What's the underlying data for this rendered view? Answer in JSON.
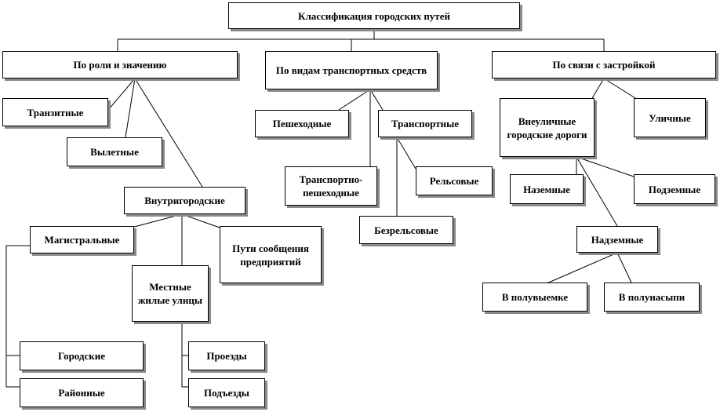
{
  "diagram": {
    "root": "Классификация городских путей",
    "by_role": "По роли и значению",
    "by_transport": "По видам транспортных средств",
    "by_building": "По связи с застройкой",
    "transit": "Транзитные",
    "exit": "Вылетные",
    "intracity": "Внутригородские",
    "arterial": "Магистральные",
    "enterprise_routes": "Пути сообщения предприятий",
    "local_streets": "Местные жилые улицы",
    "city": "Городские",
    "district": "Районные",
    "driveways": "Проезды",
    "access_roads": "Подъезды",
    "pedestrian": "Пешеходные",
    "transport": "Транспортные",
    "transport_pedestrian": "Транспортно-пешеходные",
    "rail": "Рельсовые",
    "trackless": "Безрельсовые",
    "off_street": "Внеуличные городские дороги",
    "street": "Уличные",
    "ground": "Наземные",
    "underground": "Подземные",
    "elevated": "Надземные",
    "semi_excavation": "В полувыемке",
    "semi_embankment": "В полунасыпи"
  }
}
